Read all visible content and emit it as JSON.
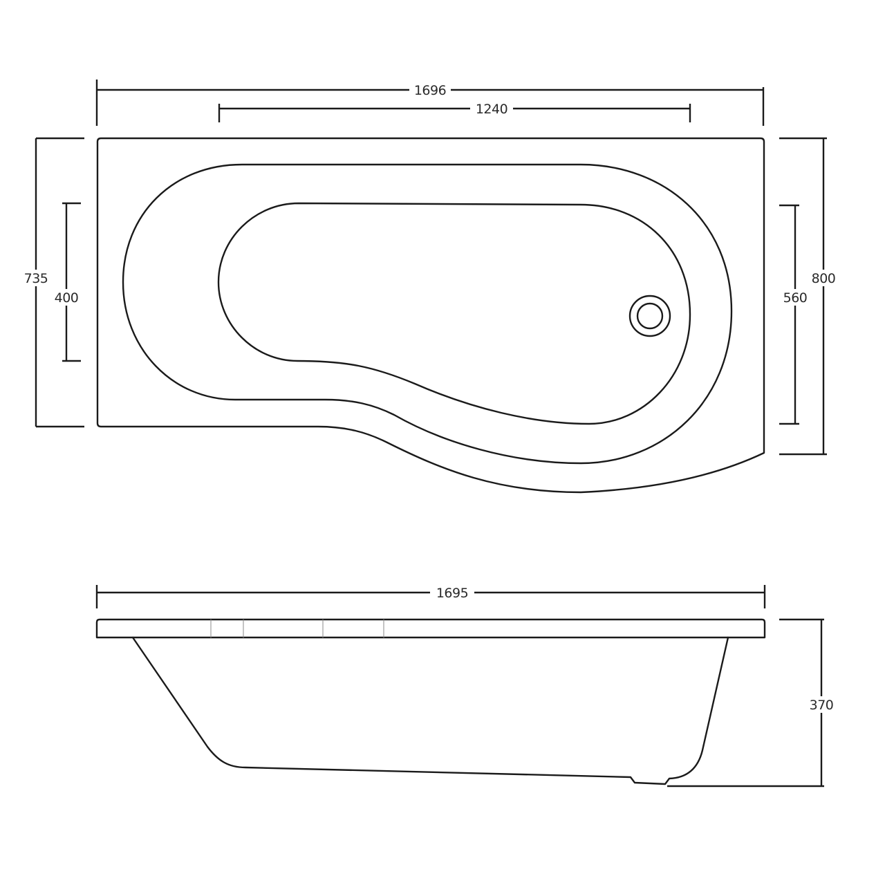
{
  "drawing": {
    "subject": "P-shaped shower bath technical drawing",
    "views": [
      {
        "name": "plan-view",
        "dimensions": {
          "overall_length": "1696",
          "inner_length": "1240",
          "left_width": "735",
          "left_inner_width": "400",
          "right_width": "800",
          "right_inner_width": "560"
        },
        "features": [
          "waste-outlet"
        ]
      },
      {
        "name": "side-elevation",
        "dimensions": {
          "overall_length": "1695",
          "height": "370"
        }
      }
    ],
    "colors": {
      "line": "#1a1a1a",
      "text": "#2a2a2a",
      "background": "#ffffff"
    }
  }
}
